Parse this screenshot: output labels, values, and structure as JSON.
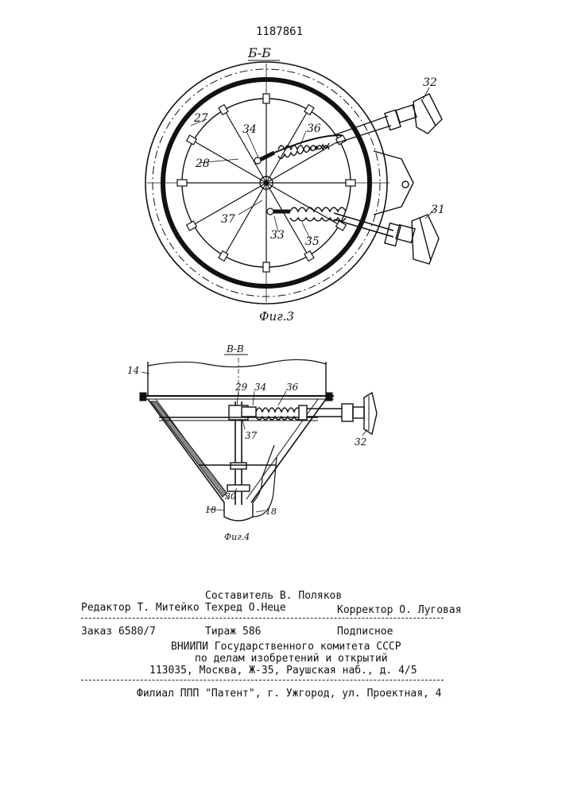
{
  "patent_number": "1187861",
  "figure3": {
    "section_label": "Б-Б",
    "caption": "Фиг.3",
    "labels": [
      "27",
      "34",
      "36",
      "28",
      "37",
      "33",
      "35",
      "32",
      "31"
    ]
  },
  "figure4": {
    "section_label": "В-В",
    "caption": "Фиг.4",
    "labels": [
      "14",
      "29",
      "34",
      "36",
      "37",
      "32",
      "30",
      "18",
      "18"
    ]
  },
  "colophon": {
    "compiler": "Составитель В. Поляков",
    "editor": "Редактор Т. Митейко",
    "techred": "Техред О.Неце",
    "corrector": "Корректор О. Луговая",
    "order": "Заказ 6580/7",
    "circulation": "Тираж 586",
    "subscription": "Подписное",
    "org_line1": "ВНИИПИ Государственного комитета СССР",
    "org_line2": "по делам изобретений и открытий",
    "org_address": "113035, Москва, Ж-35, Раушская наб., д. 4/5",
    "branch": "Филиал ППП \"Патент\", г. Ужгород, ул. Проектная, 4"
  }
}
